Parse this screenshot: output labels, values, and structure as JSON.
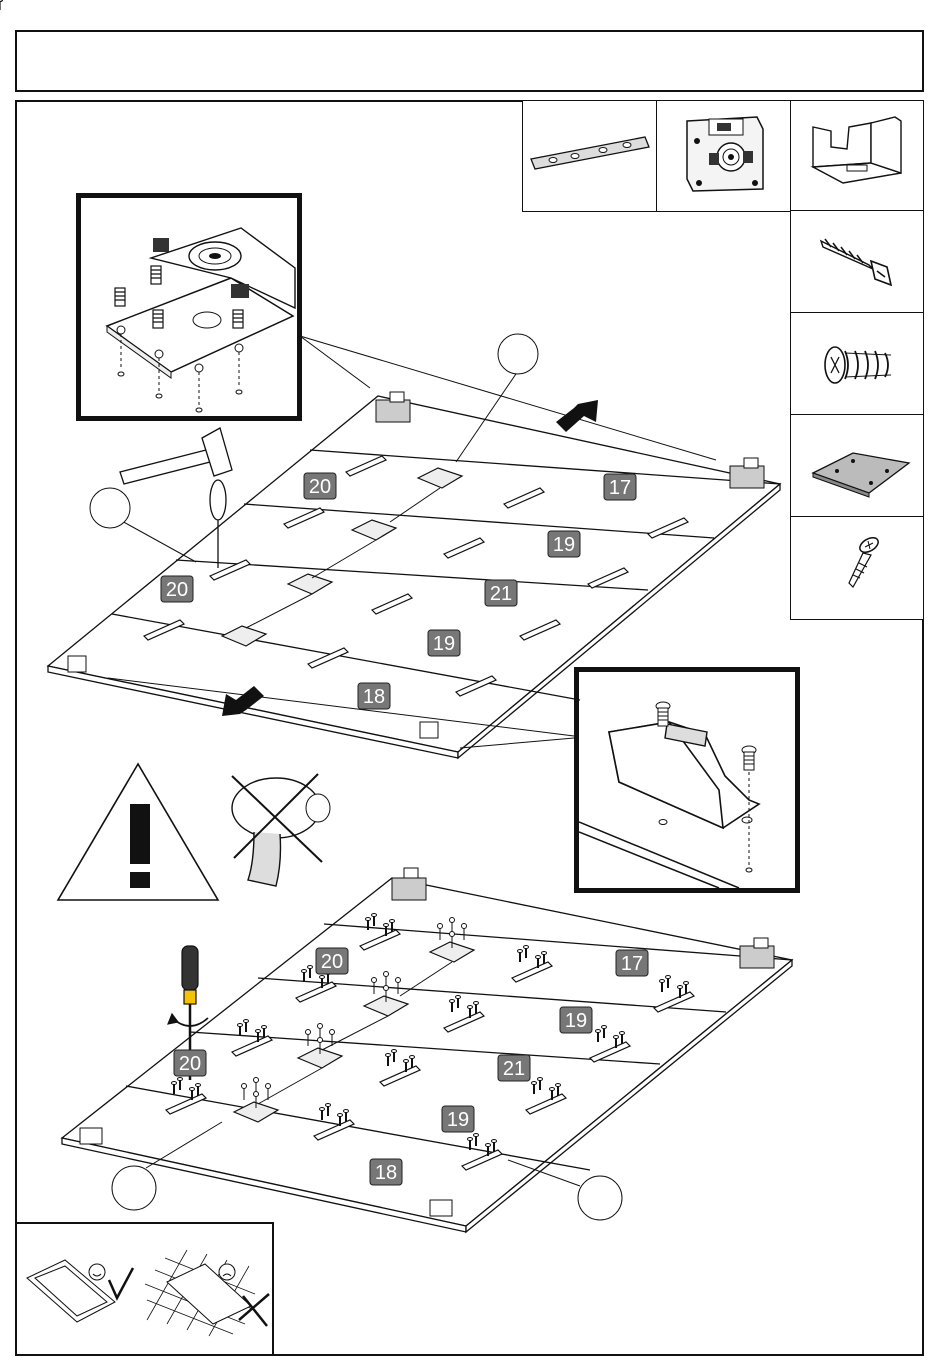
{
  "header": {
    "title": ""
  },
  "parts": [
    {
      "name": "connector-plate",
      "icon": "flat-plate-with-holes-icon"
    },
    {
      "name": "hinge-mechanism",
      "icon": "hinge-mechanism-icon"
    },
    {
      "name": "bracket",
      "icon": "bent-bracket-icon"
    },
    {
      "name": "countersunk-screw",
      "icon": "countersunk-screw-icon"
    },
    {
      "name": "euro-screw",
      "icon": "euro-screw-icon"
    },
    {
      "name": "square-plate",
      "icon": "square-plate-icon"
    },
    {
      "name": "pan-head-screw",
      "icon": "pan-head-screw-icon"
    }
  ],
  "panels_top": [
    "20",
    "17",
    "19",
    "20",
    "21",
    "19",
    "18"
  ],
  "panels_bottom": [
    "20",
    "17",
    "19",
    "20",
    "21",
    "19",
    "18"
  ],
  "warning": {
    "symbol": "!",
    "no_power_drill": "crossed-out-power-drill-icon"
  },
  "surface_tip": {
    "good": "smiley-check-icon",
    "bad": "frown-cross-icon"
  },
  "colors": {
    "badge": "#777777",
    "line": "#111111",
    "plate": "#cccccc"
  }
}
